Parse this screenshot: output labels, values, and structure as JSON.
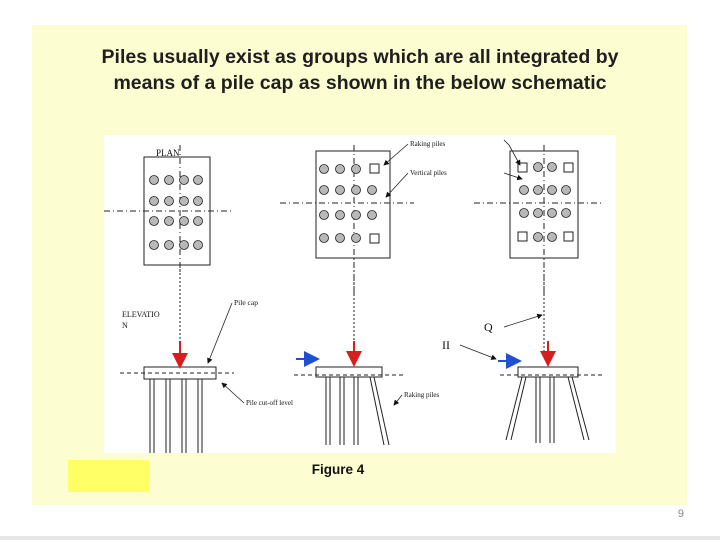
{
  "slide": {
    "title": "Piles usually exist as groups which are all integrated by means of a pile cap as shown in the below schematic",
    "caption": "Figure 4",
    "page_number": "9"
  },
  "figure": {
    "labels": {
      "plan": "PLAN",
      "elevation_line1": "ELEVATIO",
      "elevation_line2": "N",
      "pile_cap": "Pile cap",
      "pile_cut_off_level": "Pile cut-off level",
      "raking_piles_top": "Raking piles",
      "vertical_piles": "Vertical piles",
      "raking_piles_bottom": "Raking piles",
      "marker_q": "Q",
      "marker_ii": "II"
    },
    "colors": {
      "load_arrow": "#d61e1e",
      "horizontal_arrow": "#1e4fd6"
    }
  }
}
